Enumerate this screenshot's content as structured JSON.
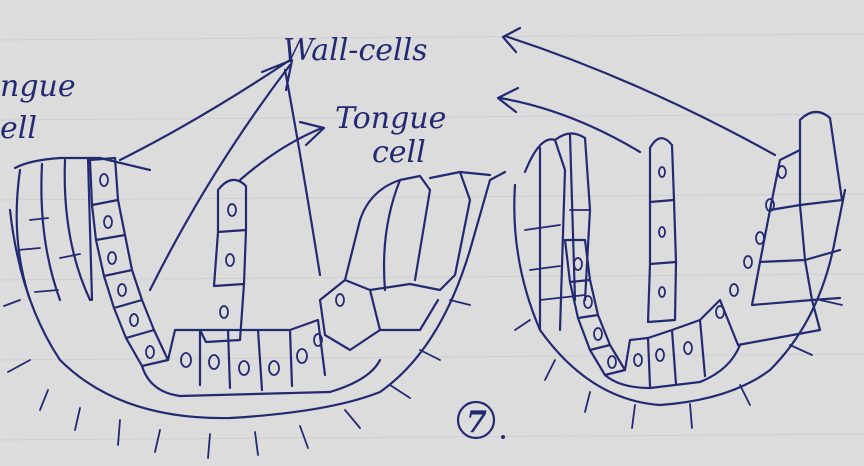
{
  "labels": {
    "wall_cells": "Wall-cells",
    "tongue_cell_line1": "Tongue",
    "tongue_cell_line2": "cell",
    "left_partial_line1": "ngue",
    "left_partial_line2": "ell",
    "figure_number": "7"
  },
  "colors": {
    "paper": "#dcdcdc",
    "ink": "#232a72"
  }
}
